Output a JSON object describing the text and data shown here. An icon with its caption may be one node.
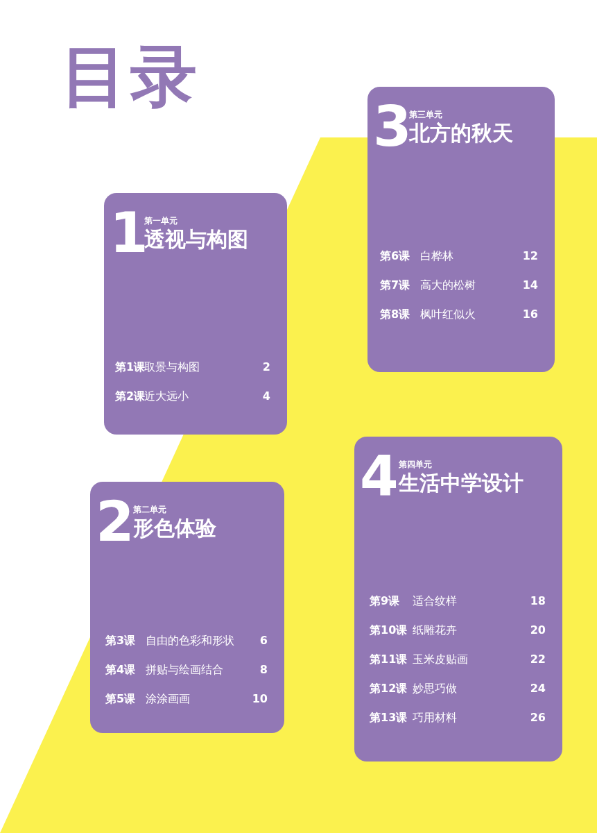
{
  "diagram": {
    "title": "目录",
    "nodes": [
      {
        "text": [
          "1",
          "第一单元",
          "透视与构图",
          "第1课",
          "取景与构图",
          "2",
          "第2课",
          "近大远小",
          "4"
        ]
      },
      {
        "text": [
          "2",
          "第二单元",
          "形色体验",
          "第3课",
          "自由的色彩和形状",
          "6",
          "第4课",
          "拼贴与绘画结合",
          "8",
          "第5课",
          "涂涂画画",
          "10"
        ]
      },
      {
        "text": [
          "3",
          "第三单元",
          "北方的秋天",
          "第6课",
          "白桦林",
          "12",
          "第7课",
          "高大的松树",
          "14",
          "第8课",
          "枫叶红似火",
          "16"
        ]
      },
      {
        "text": [
          "4",
          "第四单元",
          "生活中学设计",
          "第9课",
          "适合纹样",
          "18",
          "第10课",
          "纸雕花卉",
          "20",
          "第11课",
          "玉米皮贴画",
          "22",
          "第12课",
          "妙思巧做",
          "24",
          "第13课",
          "巧用材料",
          "26"
        ]
      }
    ],
    "edges": []
  }
}
